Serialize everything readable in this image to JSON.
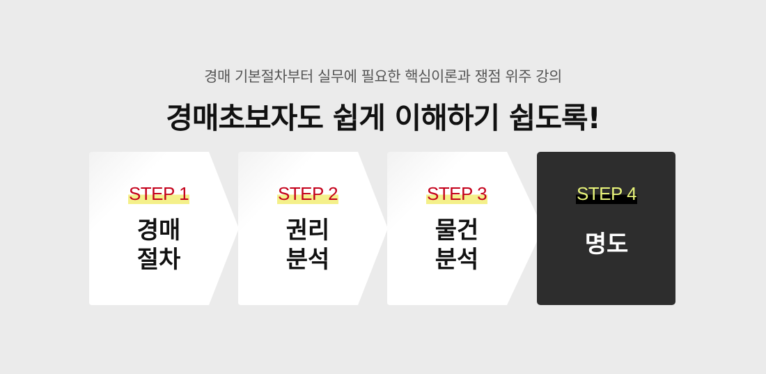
{
  "header": {
    "subtitle": "경매 기본절차부터 실무에 필요한 핵심이론과 쟁점 위주 강의",
    "title": "경매초보자도 쉽게 이해하기 쉽도록!"
  },
  "colors": {
    "background": "#ebebeb",
    "card": "#ffffff",
    "active_card": "#2d2d2d",
    "step_label": "#c4001a",
    "step_highlight": "#f4f08a",
    "active_label": "#e9f57a",
    "active_highlight": "#000000"
  },
  "steps": [
    {
      "label": "STEP 1",
      "lines": [
        "경매",
        "절차"
      ],
      "active": false
    },
    {
      "label": "STEP 2",
      "lines": [
        "권리",
        "분석"
      ],
      "active": false
    },
    {
      "label": "STEP 3",
      "lines": [
        "물건",
        "분석"
      ],
      "active": false
    },
    {
      "label": "STEP 4",
      "lines": [
        "명도"
      ],
      "active": true
    }
  ]
}
